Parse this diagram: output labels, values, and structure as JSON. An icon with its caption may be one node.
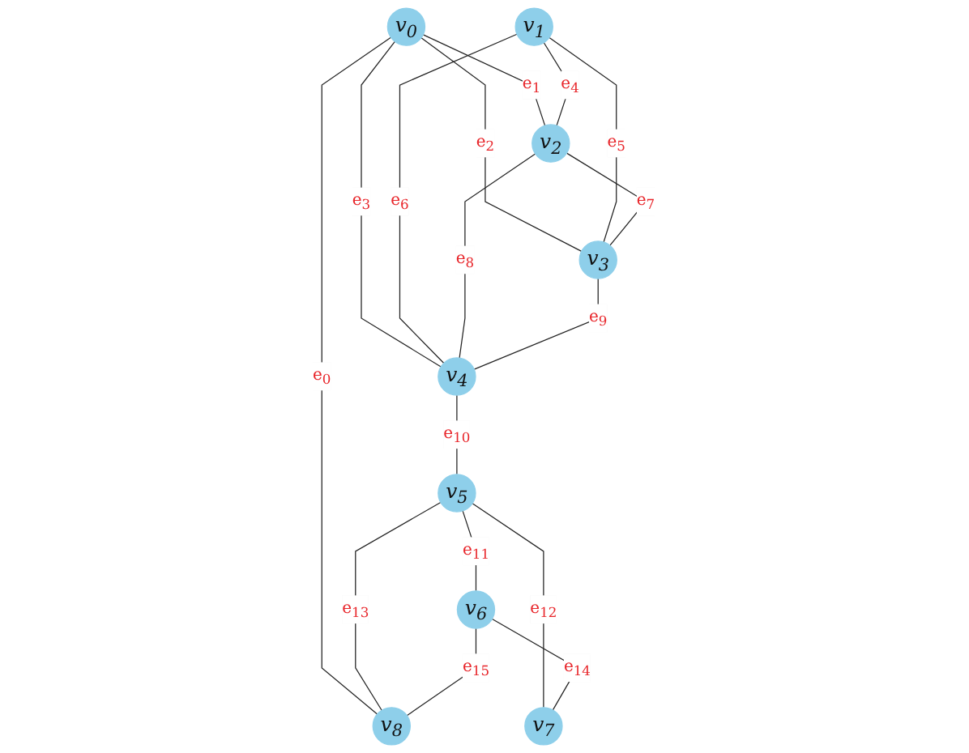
{
  "diagram": {
    "nodes": [
      {
        "text": [
          "v$_{0}$"
        ]
      },
      {
        "text": [
          "v$_{1}$"
        ]
      },
      {
        "text": [
          "v$_{2}$"
        ]
      },
      {
        "text": [
          "v$_{3}$"
        ]
      },
      {
        "text": [
          "v$_{4}$"
        ]
      },
      {
        "text": [
          "v$_{5}$"
        ]
      },
      {
        "text": [
          "v$_{6}$"
        ]
      },
      {
        "text": [
          "v$_{7}$"
        ]
      },
      {
        "text": [
          "v$_{8}$"
        ]
      }
    ],
    "edges": [
      {
        "from": 0,
        "to": 8,
        "arrow": "none",
        "label": "e$_{0}$"
      },
      {
        "from": 0,
        "to": 2,
        "arrow": "none",
        "label": "e$_{1}$"
      },
      {
        "from": 0,
        "to": 3,
        "arrow": "none",
        "label": "e$_{2}$"
      },
      {
        "from": 0,
        "to": 4,
        "arrow": "none",
        "label": "e$_{3}$"
      },
      {
        "from": 1,
        "to": 2,
        "arrow": "none",
        "label": "e$_{4}$"
      },
      {
        "from": 1,
        "to": 3,
        "arrow": "none",
        "label": "e$_{5}$"
      },
      {
        "from": 1,
        "to": 4,
        "arrow": "none",
        "label": "e$_{6}$"
      },
      {
        "from": 2,
        "to": 3,
        "arrow": "none",
        "label": "e$_{7}$"
      },
      {
        "from": 2,
        "to": 4,
        "arrow": "none",
        "label": "e$_{8}$"
      },
      {
        "from": 3,
        "to": 4,
        "arrow": "none",
        "label": "e$_{9}$"
      },
      {
        "from": 4,
        "to": 5,
        "arrow": "none",
        "label": "e$_{10}$"
      },
      {
        "from": 5,
        "to": 6,
        "arrow": "none",
        "label": "e$_{11}$"
      },
      {
        "from": 5,
        "to": 7,
        "arrow": "none",
        "label": "e$_{12}$"
      },
      {
        "from": 5,
        "to": 8,
        "arrow": "none",
        "label": "e$_{13}$"
      },
      {
        "from": 6,
        "to": 7,
        "arrow": "none",
        "label": "e$_{14}$"
      },
      {
        "from": 6,
        "to": 8,
        "arrow": "none",
        "label": "e$_{15}$"
      }
    ]
  }
}
